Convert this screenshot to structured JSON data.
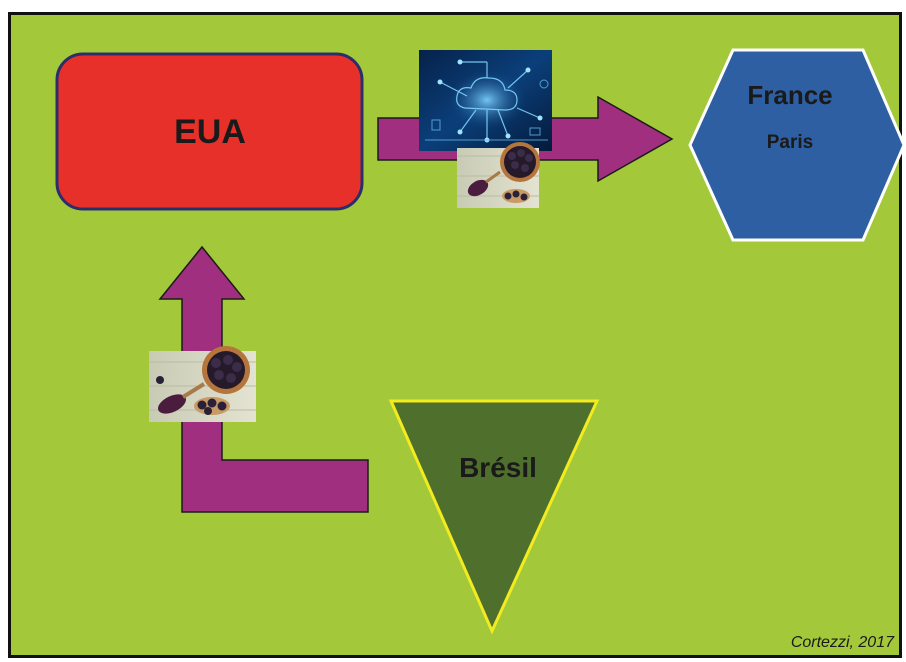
{
  "diagram": {
    "nodes": {
      "eua": {
        "label": "EUA",
        "fill": "#e8302a",
        "border": "#2a2f6b"
      },
      "france": {
        "label": "France",
        "sublabel": "Paris",
        "fill": "#2e5fa3",
        "border": "#ffffff"
      },
      "bresil": {
        "label": "Brésil",
        "fill": "#4f6f2c",
        "border": "#f2ec1f"
      }
    },
    "arrow_color": "#a0307f",
    "background": "#a3c83a",
    "credit": "Cortezzi, 2017"
  }
}
